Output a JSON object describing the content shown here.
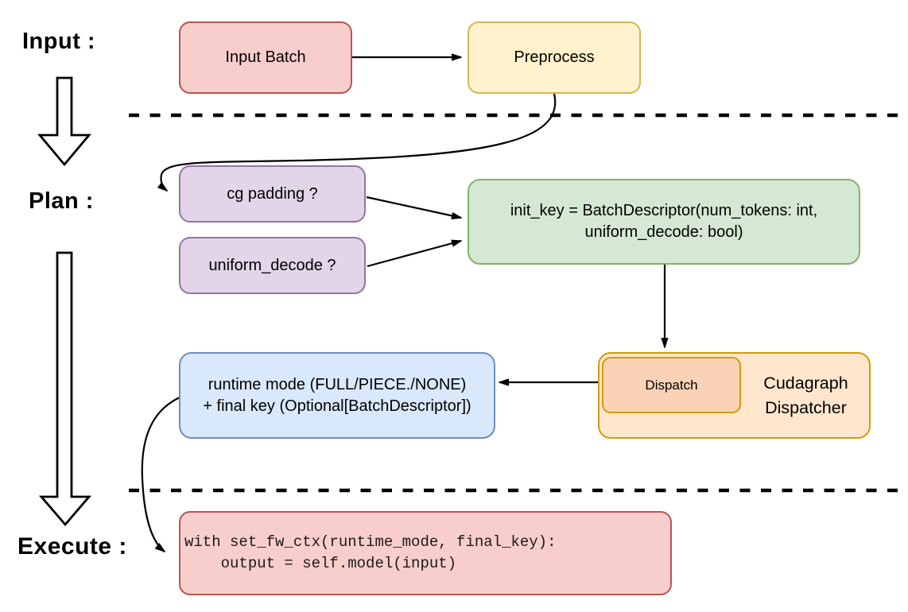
{
  "diagram": {
    "title_hint": "cudagraph dispatch flow",
    "stage_labels": {
      "input": "Input :",
      "plan": "Plan :",
      "execute": "Execute :"
    },
    "nodes": {
      "input_batch": {
        "label": "Input Batch"
      },
      "preprocess": {
        "label": "Preprocess"
      },
      "cg_padding": {
        "label": "cg padding ?"
      },
      "uniform_decode": {
        "label": "uniform_decode ?"
      },
      "init_key": {
        "line1": "init_key = BatchDescriptor(num_tokens: int,",
        "line2": "uniform_decode: bool)"
      },
      "runtime_mode": {
        "line1": "runtime mode (FULL/PIECE./NONE)",
        "line2": "+ final key (Optional[BatchDescriptor])"
      },
      "dispatch": {
        "label": "Dispatch"
      },
      "cudagraph_dispatcher": {
        "line1": "Cudagraph",
        "line2": "Dispatcher"
      },
      "execute_code": {
        "line1": "with set_fw_ctx(runtime_mode, final_key):",
        "line2": "    output = self.model(input)"
      }
    },
    "colors": {
      "red_fill": "#f8cecc",
      "red_stroke": "#b85450",
      "yellow_fill": "#fff2cc",
      "yellow_stroke": "#d6b656",
      "purple_fill": "#e1d5e7",
      "purple_stroke": "#9673a6",
      "green_fill": "#d5e8d4",
      "green_stroke": "#82b366",
      "orange_fill": "#ffe6cc",
      "orange_stroke": "#d79b00",
      "dispatch_fill": "#fad2b6",
      "blue_fill": "#dae8fc",
      "blue_stroke": "#6c8ebf",
      "line": "#000000"
    }
  }
}
